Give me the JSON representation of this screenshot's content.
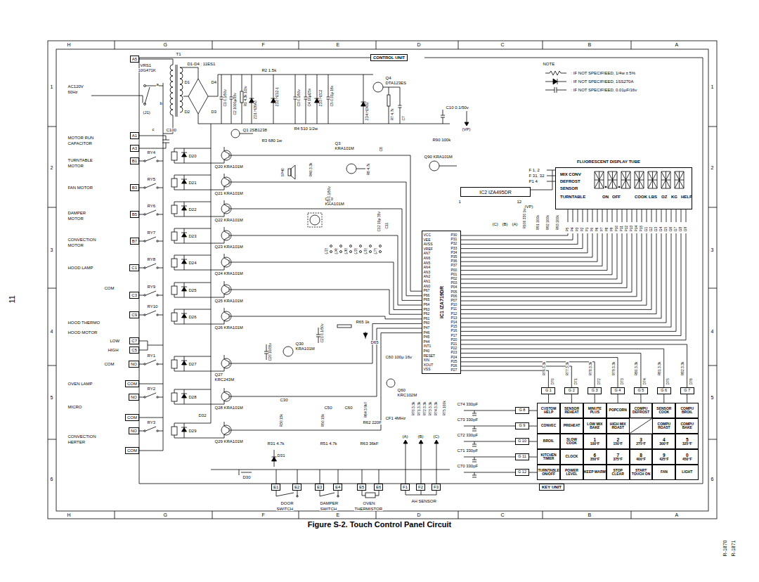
{
  "diagram": {
    "caption": "Figure S-2. Touch Control Panel Circuit",
    "nodes": [
      {
        "text": [
          "CONTROL UNIT"
        ]
      },
      {
        "text": [
          "A5"
        ]
      },
      {
        "text": [
          "A1"
        ]
      },
      {
        "text": [
          "A3"
        ]
      },
      {
        "text": [
          "B1"
        ]
      },
      {
        "text": [
          "B3"
        ]
      },
      {
        "text": [
          "B5"
        ]
      },
      {
        "text": [
          "B7"
        ]
      },
      {
        "text": [
          "C1"
        ]
      },
      {
        "text": [
          "C3"
        ]
      },
      {
        "text": [
          "C9"
        ]
      },
      {
        "text": [
          "C7"
        ]
      },
      {
        "text": [
          "C5"
        ]
      },
      {
        "text": [
          "NO"
        ]
      },
      {
        "text": [
          "COM"
        ]
      },
      {
        "text": [
          "NO"
        ]
      },
      {
        "text": [
          "COM"
        ]
      },
      {
        "text": [
          "NO"
        ]
      },
      {
        "text": [
          "COM"
        ]
      },
      {
        "text": [
          "E1"
        ]
      },
      {
        "text": [
          "E2"
        ]
      },
      {
        "text": [
          "E3"
        ]
      },
      {
        "text": [
          "E4"
        ]
      },
      {
        "text": [
          "E5"
        ]
      },
      {
        "text": [
          "E6"
        ]
      },
      {
        "text": [
          "F1"
        ]
      },
      {
        "text": [
          "F2"
        ]
      },
      {
        "text": [
          "F3"
        ]
      },
      {
        "text": [
          "IC2 IZA495DR"
        ]
      },
      {
        "text": [
          "IC1 IZA719DR"
        ]
      },
      {
        "text": [
          "FLUORESCENT DISPLAY TUBE",
          "MIX CONV",
          "DEFROST",
          "SENSOR",
          "TURNTABLE",
          "ON",
          "OFF",
          "COOK",
          "LBS",
          "OZ",
          "KG",
          "HELP"
        ]
      },
      {
        "text": [
          "KEY UNIT"
        ]
      },
      {
        "text": [
          "CUSTOM HELP"
        ],
        "in": 31
      },
      {
        "text": [
          "SENSOR REHEAT"
        ],
        "in": 31
      },
      {
        "text": [
          "MINUTE PLUS"
        ],
        "in": 31
      },
      {
        "text": [
          "POPCORN"
        ],
        "in": 31
      },
      {
        "text": [
          "COMPU DEFROST"
        ],
        "in": 31
      },
      {
        "text": [
          "SENSOR COOK"
        ],
        "in": 31
      },
      {
        "text": [
          "COMPU BROIL"
        ],
        "in": 31
      },
      {
        "text": [
          "CONVEC"
        ],
        "in": 31
      },
      {
        "text": [
          "PREHEAT"
        ],
        "in": 31
      },
      {
        "text": [
          "LOW MIX",
          "BAKE"
        ],
        "in": 31
      },
      {
        "text": [
          "HIGH MIX",
          "ROAST"
        ],
        "in": 31
      },
      {
        "text": [
          "COMPU ROAST"
        ],
        "in": 31
      },
      {
        "text": [
          "COMPU BAKE"
        ],
        "in": 31
      },
      {
        "text": [
          "BROIL"
        ],
        "in": 31
      },
      {
        "text": [
          "SLOW COOK"
        ],
        "in": 31
      },
      {
        "text": [
          "1",
          "100°F"
        ],
        "in": 31
      },
      {
        "text": [
          "2",
          "150°F"
        ],
        "in": 31
      },
      {
        "text": [
          "3",
          "275°F"
        ],
        "in": 31
      },
      {
        "text": [
          "4",
          "300°F"
        ],
        "in": 31
      },
      {
        "text": [
          "5",
          "325°F"
        ],
        "in": 31
      },
      {
        "text": [
          "KITCHEN TIMER"
        ],
        "in": 31
      },
      {
        "text": [
          "CLOCK"
        ],
        "in": 31
      },
      {
        "text": [
          "6",
          "350°F"
        ],
        "in": 31
      },
      {
        "text": [
          "7",
          "375°F"
        ],
        "in": 31
      },
      {
        "text": [
          "8",
          "400°F"
        ],
        "in": 31
      },
      {
        "text": [
          "9",
          "425°F"
        ],
        "in": 31
      },
      {
        "text": [
          "0",
          "450°F"
        ],
        "in": 31
      },
      {
        "text": [
          "TURNTABLE ON/OFF"
        ],
        "in": 31
      },
      {
        "text": [
          "POWER LEVEL"
        ],
        "in": 31
      },
      {
        "text": [
          "KEEP WARM"
        ],
        "in": 31
      },
      {
        "text": [
          "STOP CLEAR"
        ],
        "in": 31
      },
      {
        "text": [
          "START TOUCH ON"
        ],
        "in": 31
      },
      {
        "text": [
          "FAN"
        ],
        "in": 31
      },
      {
        "text": [
          "LIGHT"
        ],
        "in": 31
      },
      {
        "text": [
          "G 1"
        ]
      },
      {
        "text": [
          "G 2"
        ]
      },
      {
        "text": [
          "G 3"
        ]
      },
      {
        "text": [
          "G 4"
        ]
      },
      {
        "text": [
          "G 5"
        ]
      },
      {
        "text": [
          "G 6"
        ]
      },
      {
        "text": [
          "G 7"
        ]
      },
      {
        "text": [
          "G 8"
        ]
      },
      {
        "text": [
          "G 9"
        ]
      },
      {
        "text": [
          "G 10"
        ]
      },
      {
        "text": [
          "G 11"
        ]
      },
      {
        "text": [
          "G 12"
        ]
      }
    ],
    "edges": [
      {
        "from": 66,
        "to": 32,
        "arrow": "none"
      },
      {
        "from": 67,
        "to": 33,
        "arrow": "none"
      },
      {
        "from": 68,
        "to": 34,
        "arrow": "none"
      },
      {
        "from": 69,
        "to": 35,
        "arrow": "none"
      },
      {
        "from": 70,
        "to": 36,
        "arrow": "none"
      },
      {
        "from": 71,
        "to": 37,
        "arrow": "none"
      },
      {
        "from": 72,
        "to": 38,
        "arrow": "none"
      },
      {
        "from": 73,
        "to": 32,
        "arrow": "none"
      },
      {
        "from": 74,
        "to": 39,
        "arrow": "none"
      },
      {
        "from": 75,
        "to": 45,
        "arrow": "none"
      },
      {
        "from": 76,
        "to": 52,
        "arrow": "none"
      },
      {
        "from": 77,
        "to": 59,
        "arrow": "none"
      }
    ],
    "labels": [
      "H",
      "G",
      "F",
      "E",
      "D",
      "C",
      "B",
      "A",
      "H",
      "G",
      "F",
      "E",
      "D",
      "C",
      "B",
      "A",
      "1",
      "2",
      "3",
      "4",
      "5",
      "6",
      "1",
      "2",
      "3",
      "4",
      "5",
      "6",
      "11",
      "R-1870",
      "R-1871",
      "NOTE",
      ": IF NOT SPECIFIEED, 1/4w ± 5%",
      ": IF NOT SPECIFIEED, 1SS270A",
      ": IF NOT SPECIFIEED, 0.01μF/16v",
      "AC120V",
      "60Hz",
      "MOTOR RUN",
      "CAPACITOR",
      "TURNTABLE",
      "MOTOR",
      "FAN MOTOR",
      "DAMPER",
      "MOTOR",
      "CONVECTION",
      "MOTOR",
      "HOOD LAMP",
      "COM",
      "HOOD THERMO",
      "HOOD MOTOR",
      "LOW",
      "HIGH",
      "COM",
      "OVEN LAMP",
      "MICRO",
      "CONVECTION",
      "HERTER",
      "DOOR",
      "SWITCH",
      "DAMPER",
      "SWITCH",
      "OVEN",
      "THERMISTOR",
      "AH SENSOR",
      "RY4",
      "RY5",
      "RY6",
      "RY7",
      "RY8",
      "RY9",
      "RY10",
      "RY1",
      "RY2",
      "RY3",
      "Q20 KRA101M",
      "Q21 KRA101M",
      "Q22 KRA101M",
      "Q23 KRA101M",
      "Q24 KRA101M",
      "Q25 KRA101M",
      "Q26 KRA101M",
      "Q27",
      "KRC243M",
      "Q28 KRA101M",
      "Q29 KRA101M",
      "Q30",
      "KRA101M",
      "Q3",
      "KRA101M",
      "Q40",
      "KRA101M",
      "Q4",
      "DTA123ES",
      "Q1 2SB1238",
      "Q90 KRA101M",
      "Q60",
      "KRC102M",
      "D20",
      "D21",
      "D22",
      "D23",
      "D24",
      "D25",
      "D26",
      "D27",
      "D28",
      "D29",
      "D32",
      "D30",
      "D31",
      "D65",
      "T1",
      "VRS1",
      "10G471K",
      "D1-D4 : 11ES1",
      "D1",
      "D4",
      "D2",
      "D3",
      "C1 0.1/50v",
      "C2 1000μ/35v",
      "R1 4.3k 1/2w",
      "ZD1 HZ6A3",
      "R2 1.5k",
      "ZD2 HZ12-1",
      "C3 0.1/50v",
      "C4 10μ/25v",
      "ZD3 HZC2",
      "C5 0.01μ 16v",
      "ZD4 HZ4B2",
      "R7 4.7k",
      "C7",
      "R4 510 1/2w",
      "R3 680 1w",
      "C100",
      "C10 0.1/50v",
      "(VP)",
      "R90 100k",
      "R8 4.7k",
      "C8",
      "SP40",
      "R40 3.3k",
      "C9 0.1/50v",
      "C12 10μ 35v",
      "C11",
      "F 1, 2",
      "F 31, 32",
      "P1 4",
      "1",
      "12",
      "(VP)",
      "R100 330 1w",
      "R91 100k",
      "R92 100k",
      "R93 100k",
      "(C)",
      "(B)",
      "(A)",
      "(J1)",
      "a",
      "b",
      "c",
      "(J2)",
      "(J4)",
      "(J6)",
      "(J3)",
      "(J5)",
      "(J7)",
      "VCC",
      "VEE",
      "AVSS",
      "VREF",
      "AN7",
      "AN6",
      "AN5",
      "AN4",
      "AN3",
      "AN2",
      "AN1",
      "AN0",
      "P67",
      "P66",
      "P65",
      "P64",
      "P63",
      "P62",
      "P61",
      "P60",
      "P47",
      "P46",
      "P45",
      "P44",
      "INT1",
      "P40",
      "RESET",
      "XIN",
      "XOUT",
      "VSS",
      "P30",
      "P31",
      "P32",
      "P33",
      "P34",
      "P35",
      "P36",
      "P37",
      "P00",
      "P01",
      "P02",
      "P03",
      "P04",
      "P05",
      "P06",
      "P07",
      "P10",
      "P11",
      "P12",
      "P13",
      "P14",
      "P15",
      "P16",
      "P17",
      "P20",
      "P21",
      "P22",
      "P23",
      "P24",
      "P25",
      "P26",
      "P27",
      "P5",
      "P4",
      "P3",
      "P2",
      "P1",
      "P0",
      "P6",
      "P7",
      "P8",
      "P9",
      "P10",
      "P11",
      "P12",
      "P13",
      "P14",
      "P15",
      "G1",
      "G2",
      "G3",
      "G4",
      "G5",
      "G6",
      "G7",
      "G8",
      "G9",
      "R65 1k",
      "C21 0.1/50v",
      "C20 10/35v",
      "C60 100μ 16v",
      "CF1 4MHz",
      "R75 100k",
      "C30",
      "C50",
      "C60",
      "R30 15k",
      "R31 4.7k",
      "R50 15k",
      "R51 4.7k",
      "R64 3.9kF",
      "R62 220F",
      "R63 36kF",
      "R70 3.3k",
      "R71 3.3k",
      "R72 3.3k",
      "R73 3.3k",
      "R74 3.3k",
      "C74 330pF",
      "C73 330pF",
      "C72 330pF",
      "C71 330pF",
      "C70 330pF",
      "(A)",
      "(B)",
      "(C)",
      "R76 3.3k",
      "D70",
      "R77 3.3k",
      "D71",
      "R78 3.3k",
      "D72",
      "R79 3.3k",
      "D73",
      "R80 3.3k",
      "D74",
      "R81 3.3k",
      "D75",
      "R82 3.3k",
      "D76"
    ]
  }
}
